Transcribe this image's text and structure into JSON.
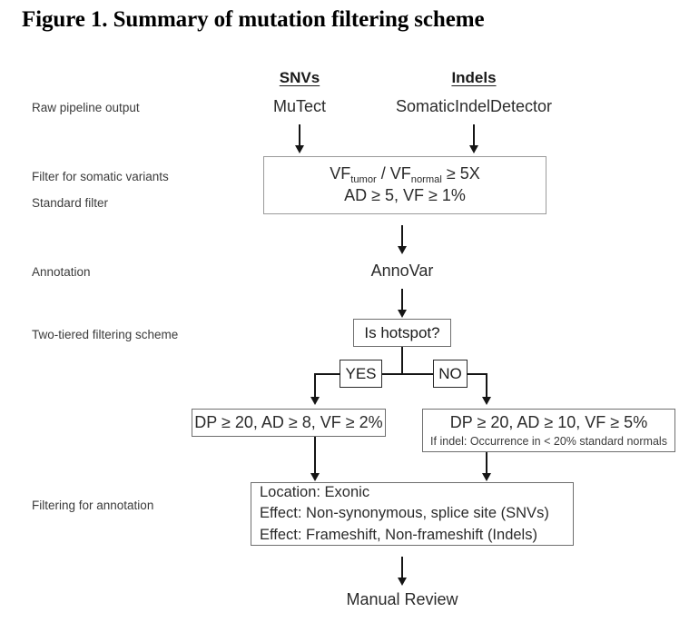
{
  "figure": {
    "title": "Figure 1. Summary of mutation filtering scheme"
  },
  "columns": {
    "snvs_header": "SNVs",
    "indels_header": "Indels"
  },
  "stage_labels": {
    "raw_pipeline_output": "Raw pipeline output",
    "filter_for_somatic_variants": "Filter for somatic variants",
    "standard_filter": "Standard filter",
    "annotation": "Annotation",
    "two_tiered_filtering_scheme": "Two-tiered filtering scheme",
    "filtering_for_annotation": "Filtering for annotation"
  },
  "nodes": {
    "mutect": "MuTect",
    "somatic_indel_detector": "SomaticIndelDetector",
    "annovar": "AnnoVar",
    "manual_review": "Manual Review"
  },
  "somatic_filter_box": {
    "line1_prefix": "VF",
    "line1_sub1": "tumor",
    "line1_mid": " / VF",
    "line1_sub2": "normal",
    "line1_suffix": " ≥ 5X",
    "line2": "AD ≥ 5, VF ≥ 1%"
  },
  "decision": {
    "question": "Is hotspot?",
    "yes_label": "YES",
    "no_label": "NO"
  },
  "hotspot_yes_box": {
    "line1": "DP ≥ 20, AD ≥ 8, VF ≥ 2%"
  },
  "hotspot_no_box": {
    "line1": "DP ≥ 20, AD ≥ 10, VF ≥ 5%",
    "line2": "If indel: Occurrence in < 20% standard normals"
  },
  "annotation_filter_box": {
    "line1": "Location: Exonic",
    "line2": "Effect: Non-synonymous, splice site (SNVs)",
    "line3": "Effect: Frameshift, Non-frameshift (Indels)"
  },
  "colors": {
    "background": "#ffffff",
    "text": "#2b2b2b",
    "label_text": "#3b3b3b",
    "connector": "#151515",
    "box_border_grey": "#9a9a9a",
    "box_border_dark": "#2b2b2b",
    "box_border_mid": "#6e6e6e"
  }
}
